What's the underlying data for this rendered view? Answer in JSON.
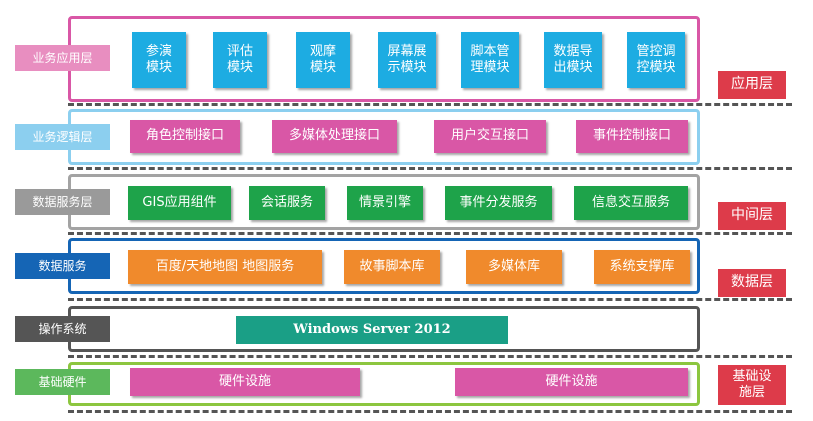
{
  "colors": {
    "pink": "#d957a6",
    "cyan": "#1dace2",
    "light_blue": "#8ccfef",
    "green": "#1ea34a",
    "gray": "#a3a3a3",
    "navy": "#1565b5",
    "orange": "#f08a2c",
    "teal": "#1a9f86",
    "dark_gray": "#555555",
    "lime": "#8cc63f",
    "label_pink": "#e88ec0",
    "label_gray": "#9a9a9a",
    "label_green": "#5cb85c",
    "tier_red": "#dd3b4a"
  },
  "tiers": {
    "application": "应用层",
    "middle": "中间层",
    "data": "数据层",
    "infrastructure": "基础设\n施层"
  },
  "layers": {
    "business_app": {
      "label": "业务应用层",
      "modules": [
        "参演\n模块",
        "评估\n模块",
        "观摩\n模块",
        "屏幕展\n示模块",
        "脚本管\n理模块",
        "数据导\n出模块",
        "管控调\n控模块"
      ]
    },
    "business_logic": {
      "label": "业务逻辑层",
      "modules": [
        "角色控制接口",
        "多媒体处理接口",
        "用户交互接口",
        "事件控制接口"
      ]
    },
    "data_service_layer": {
      "label": "数据服务层",
      "modules": [
        "GIS应用组件",
        "会话服务",
        "情景引擎",
        "事件分发服务",
        "信息交互服务"
      ]
    },
    "data_services": {
      "label": "数据服务",
      "modules": [
        "百度/天地地图  地图服务",
        "故事脚本库",
        "多媒体库",
        "系统支撑库"
      ]
    },
    "operating_system": {
      "label": "操作系统",
      "modules": [
        "Windows Server 2012"
      ]
    },
    "hardware": {
      "label": "基础硬件",
      "modules": [
        "硬件设施",
        "硬件设施"
      ]
    }
  }
}
